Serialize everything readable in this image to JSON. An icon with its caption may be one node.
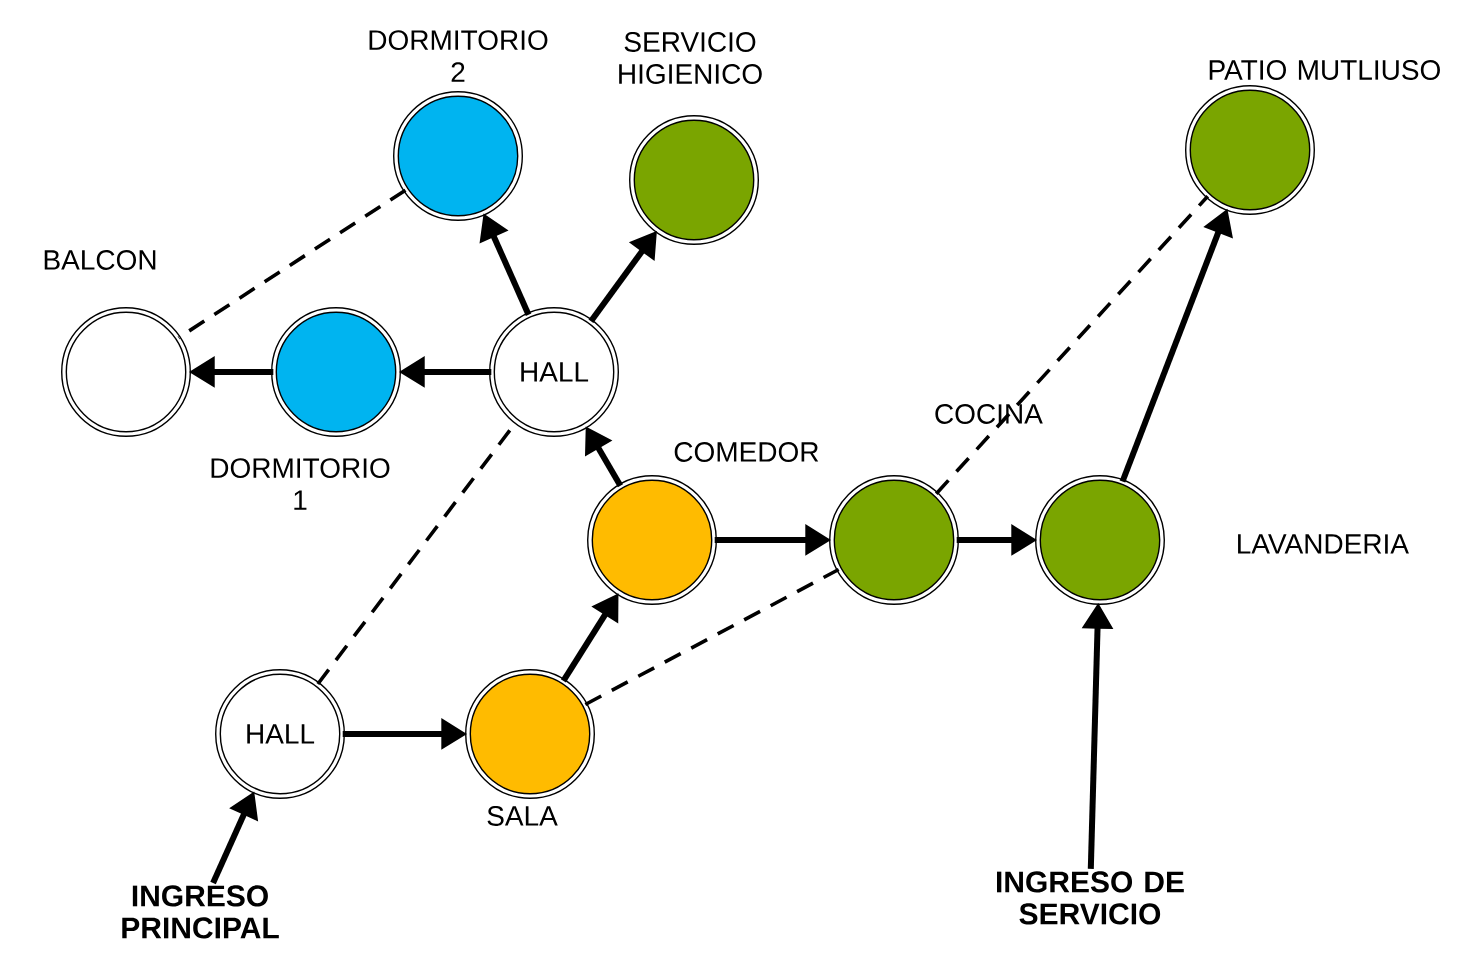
{
  "diagram": {
    "nodes": [
      {
        "text": [],
        "shape": "circle",
        "beside": [
          "DORMITORIO 2"
        ]
      },
      {
        "text": [],
        "shape": "circle",
        "beside": [
          "SERVICIO HIGIENICO"
        ]
      },
      {
        "text": [],
        "shape": "circle",
        "beside": [
          "BALCON"
        ]
      },
      {
        "text": [],
        "shape": "circle",
        "beside": [
          "DORMITORIO 1"
        ]
      },
      {
        "text": [
          "HALL"
        ]
      },
      {
        "text": [],
        "shape": "circle",
        "beside": [
          "PATIO MUTLIUSO"
        ]
      },
      {
        "text": [],
        "shape": "circle",
        "beside": [
          "COMEDOR"
        ]
      },
      {
        "text": [],
        "shape": "circle",
        "beside": [
          "COCINA"
        ]
      },
      {
        "text": [],
        "shape": "circle",
        "beside": [
          "LAVANDERIA"
        ]
      },
      {
        "text": [
          "HALL"
        ]
      },
      {
        "text": [],
        "shape": "circle",
        "beside": [
          "SALA"
        ]
      },
      {
        "text": [
          "INGRESO PRINCIPAL"
        ]
      },
      {
        "text": [
          "INGRESO DE SERVICIO"
        ]
      }
    ],
    "edges": [
      {
        "from": 4,
        "to": 0,
        "arrow": "to"
      },
      {
        "from": 4,
        "to": 1,
        "arrow": "to"
      },
      {
        "from": 4,
        "to": 3,
        "arrow": "to"
      },
      {
        "from": 3,
        "to": 2,
        "arrow": "to"
      },
      {
        "from": 0,
        "to": 2,
        "arrow": "none",
        "style": "dashed"
      },
      {
        "from": 6,
        "to": 4,
        "arrow": "to"
      },
      {
        "from": 9,
        "to": 4,
        "arrow": "none",
        "style": "dashed"
      },
      {
        "from": 6,
        "to": 7,
        "arrow": "to"
      },
      {
        "from": 7,
        "to": 8,
        "arrow": "to"
      },
      {
        "from": 8,
        "to": 5,
        "arrow": "to"
      },
      {
        "from": 7,
        "to": 5,
        "arrow": "none",
        "style": "dashed"
      },
      {
        "from": 10,
        "to": 6,
        "arrow": "to"
      },
      {
        "from": 10,
        "to": 7,
        "arrow": "none",
        "style": "dashed"
      },
      {
        "from": 9,
        "to": 10,
        "arrow": "to"
      },
      {
        "from": 11,
        "to": 9,
        "arrow": "to"
      },
      {
        "from": 12,
        "to": 8,
        "arrow": "to"
      }
    ]
  }
}
